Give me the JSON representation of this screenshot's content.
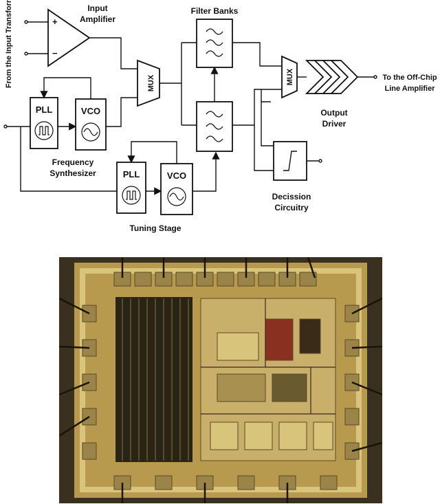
{
  "diagram": {
    "input_source_label": "From the Input Transformer",
    "input_amplifier_label": [
      "Input",
      "Amplifier"
    ],
    "op_amp_plus": "+",
    "op_amp_minus": "−",
    "pll_label": "PLL",
    "vco_label": "VCO",
    "mux_label": "MUX",
    "frequency_synthesizer_label": [
      "Frequency",
      "Synthesizer"
    ],
    "tuning_stage_label": "Tuning Stage",
    "filter_banks_label": "Filter Banks",
    "output_driver_label": [
      "Output",
      "Driver"
    ],
    "output_target_label": [
      "To the Off-Chip",
      "Line Amplifier"
    ],
    "decision_circuitry_label": [
      "Decission",
      "Circuitry"
    ]
  },
  "die_photo": {
    "colors": {
      "frame": "#3a3020",
      "die": "#b89a4e",
      "metal": "#d8c47a",
      "dark": "#2a2416",
      "pad": "#9a8448"
    },
    "icons": [
      "bond-wire-icon",
      "bond-pad-icon",
      "memory-array-icon"
    ]
  }
}
